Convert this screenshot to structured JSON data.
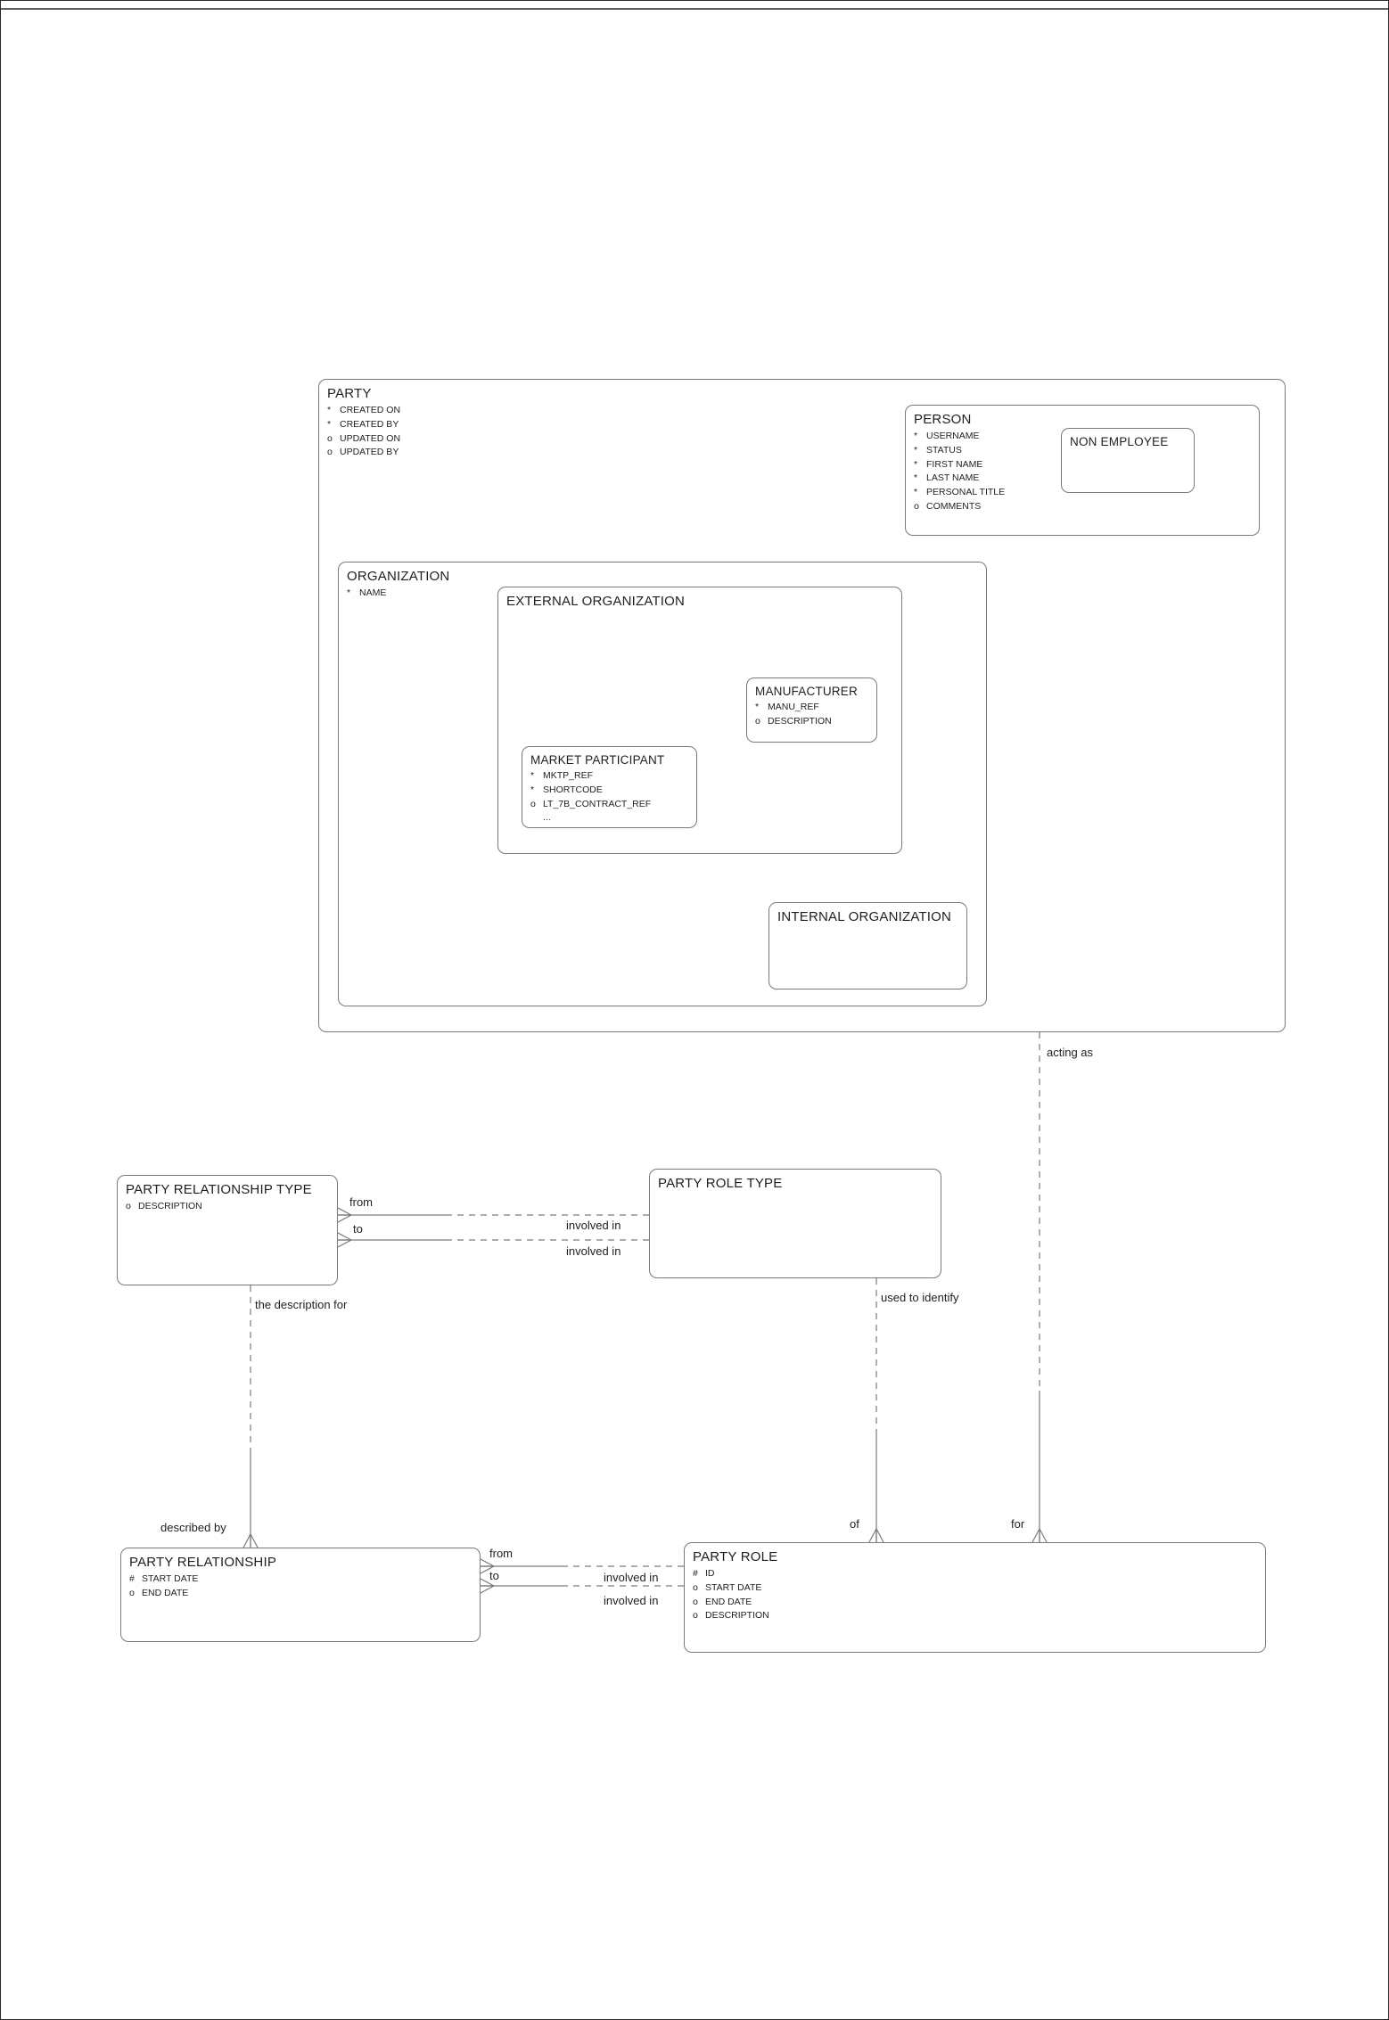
{
  "entities": {
    "party": {
      "title": "PARTY",
      "attributes": [
        {
          "m": "*",
          "n": "CREATED ON"
        },
        {
          "m": "*",
          "n": "CREATED BY"
        },
        {
          "m": "o",
          "n": "UPDATED ON"
        },
        {
          "m": "o",
          "n": "UPDATED BY"
        }
      ]
    },
    "person": {
      "title": "PERSON",
      "attributes": [
        {
          "m": "*",
          "n": "USERNAME"
        },
        {
          "m": "*",
          "n": "STATUS"
        },
        {
          "m": "*",
          "n": "FIRST NAME"
        },
        {
          "m": "*",
          "n": "LAST NAME"
        },
        {
          "m": "*",
          "n": "PERSONAL TITLE"
        },
        {
          "m": "o",
          "n": "COMMENTS"
        }
      ]
    },
    "non_employee": {
      "title": "NON EMPLOYEE",
      "attributes": []
    },
    "organization": {
      "title": "ORGANIZATION",
      "attributes": [
        {
          "m": "*",
          "n": "NAME"
        }
      ]
    },
    "external_organization": {
      "title": "EXTERNAL ORGANIZATION",
      "attributes": []
    },
    "manufacturer": {
      "title": "MANUFACTURER",
      "attributes": [
        {
          "m": "*",
          "n": "MANU_REF"
        },
        {
          "m": "o",
          "n": "DESCRIPTION"
        }
      ]
    },
    "market_participant": {
      "title": "MARKET PARTICIPANT",
      "attributes": [
        {
          "m": "*",
          "n": "MKTP_REF"
        },
        {
          "m": "*",
          "n": "SHORTCODE"
        },
        {
          "m": "o",
          "n": "LT_7B_CONTRACT_REF"
        },
        {
          "m": "",
          "n": "..."
        }
      ]
    },
    "internal_organization": {
      "title": "INTERNAL ORGANIZATION",
      "attributes": []
    },
    "party_relationship_type": {
      "title": "PARTY RELATIONSHIP TYPE",
      "attributes": [
        {
          "m": "o",
          "n": "DESCRIPTION"
        }
      ]
    },
    "party_role_type": {
      "title": "PARTY ROLE TYPE",
      "attributes": []
    },
    "party_relationship": {
      "title": "PARTY RELATIONSHIP",
      "attributes": [
        {
          "m": "#",
          "n": "START DATE"
        },
        {
          "m": "o",
          "n": "END DATE"
        }
      ]
    },
    "party_role": {
      "title": "PARTY ROLE",
      "attributes": [
        {
          "m": "#",
          "n": "ID"
        },
        {
          "m": "o",
          "n": "START DATE"
        },
        {
          "m": "o",
          "n": "END DATE"
        },
        {
          "m": "o",
          "n": "DESCRIPTION"
        }
      ]
    }
  },
  "labels": {
    "acting_as": "acting as",
    "for_label": "for",
    "of_label": "of",
    "used_to_identify": "used to identify",
    "the_description_for": "the description for",
    "described_by": "described by",
    "rt_from": "from",
    "rt_to": "to",
    "rt_involved_in_a": "involved in",
    "rt_involved_in_b": "involved in",
    "pr_from": "from",
    "pr_to": "to",
    "pr_involved_in_a": "involved in",
    "pr_involved_in_b": "involved in"
  }
}
